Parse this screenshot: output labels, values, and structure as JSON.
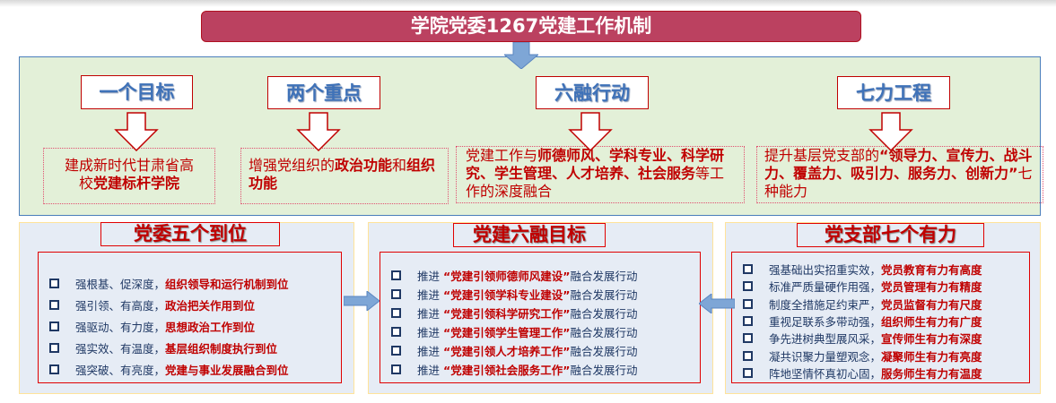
{
  "title": "学院党委1267党建工作机制",
  "colors": {
    "title_bg": "#bb4160",
    "green_bg": "#e3f0d8",
    "panel_bg": "#e6ecf5",
    "accent_red": "#c00000",
    "header_blue": "#3f72b8",
    "arrow_blue": "#7ea6d6"
  },
  "headers": [
    "一个目标",
    "两个重点",
    "六融行动",
    "七力工程"
  ],
  "boxes": [
    [
      {
        "t": "建成新时代甘肃省高",
        "b": false
      },
      {
        "t": "校",
        "b": false
      },
      {
        "t": "党建标杆学院",
        "b": true
      }
    ],
    [
      {
        "t": "增强党组织的",
        "b": false
      },
      {
        "t": "政治功能",
        "b": true
      },
      {
        "t": "和",
        "b": false
      },
      {
        "t": "组织功能",
        "b": true
      }
    ],
    [
      {
        "t": "党建工作与",
        "b": false
      },
      {
        "t": "师德师风、学科专业、科学研究、学生管理、人才培养、社会服务",
        "b": true
      },
      {
        "t": "等工作的深度融合",
        "b": false
      }
    ],
    [
      {
        "t": "提升基层党支部的",
        "b": false
      },
      {
        "t": "“领导力、宣传力、战斗力、覆盖力、吸引力、服务力、创新力”",
        "b": true
      },
      {
        "t": "七种能力",
        "b": false
      }
    ]
  ],
  "panels": [
    {
      "title": "党委五个到位",
      "items": [
        [
          "强根基、促深度，",
          "组织领导和运行机制到位",
          ""
        ],
        [
          "强引领、有高度，",
          "政治把关作用到位",
          ""
        ],
        [
          "强驱动、有力度，",
          "思想政治工作到位",
          ""
        ],
        [
          "强实效、有温度，",
          "基层组织制度执行到位",
          ""
        ],
        [
          "强突破、有亮度，",
          "党建与事业发展融合到位",
          ""
        ]
      ]
    },
    {
      "title": "党建六融目标",
      "items": [
        [
          "推进",
          "“党建引领师德师风建设”",
          "融合发展行动"
        ],
        [
          "推进",
          "“党建引领学科专业建设”",
          "融合发展行动"
        ],
        [
          "推进",
          "“党建引领科学研究工作”",
          "融合发展行动"
        ],
        [
          "推进",
          "“党建引领学生管理工作”",
          "融合发展行动"
        ],
        [
          "推进",
          "“党建引领人才培养工作”",
          "融合发展行动"
        ],
        [
          "推进",
          "“党建引领社会服务工作”",
          "融合发展行动"
        ]
      ]
    },
    {
      "title": "党支部七个有力",
      "items": [
        [
          "强基础出实招重实效，",
          "党员教育有力有高度",
          ""
        ],
        [
          "标准严质量硬作用强，",
          "党员管理有力有精度",
          ""
        ],
        [
          "制度全措施足约束严，",
          "党员监督有力有尺度",
          ""
        ],
        [
          "重视足联系多带动强，",
          "组织师生有力有广度",
          ""
        ],
        [
          "争先进树典型展风采，",
          "宣传师生有力有深度",
          ""
        ],
        [
          "凝共识聚力量塑观念，",
          "凝聚师生有力有亮度",
          ""
        ],
        [
          "阵地坚情怀真初心固，",
          "服务师生有力有温度",
          ""
        ]
      ]
    }
  ]
}
